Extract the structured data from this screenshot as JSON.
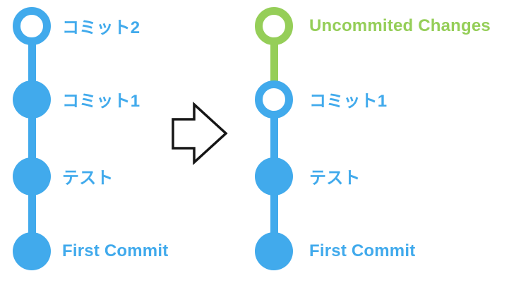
{
  "diagram": {
    "colors": {
      "blue": "#41AAEC",
      "green": "#95CE58",
      "arrow_stroke": "#151515",
      "background": "#ffffff"
    },
    "left_timeline": {
      "nodes": [
        {
          "label": "コミット2",
          "style": "open",
          "color": "blue"
        },
        {
          "label": "コミット1",
          "style": "filled",
          "color": "blue"
        },
        {
          "label": "テスト",
          "style": "filled",
          "color": "blue"
        },
        {
          "label": "First Commit",
          "style": "filled",
          "color": "blue"
        }
      ]
    },
    "right_timeline": {
      "nodes": [
        {
          "label": "Uncommited Changes",
          "style": "open",
          "color": "green"
        },
        {
          "label": "コミット1",
          "style": "open",
          "color": "blue"
        },
        {
          "label": "テスト",
          "style": "filled",
          "color": "blue"
        },
        {
          "label": "First Commit",
          "style": "filled",
          "color": "blue"
        }
      ]
    },
    "arrow": {
      "direction": "right"
    }
  }
}
